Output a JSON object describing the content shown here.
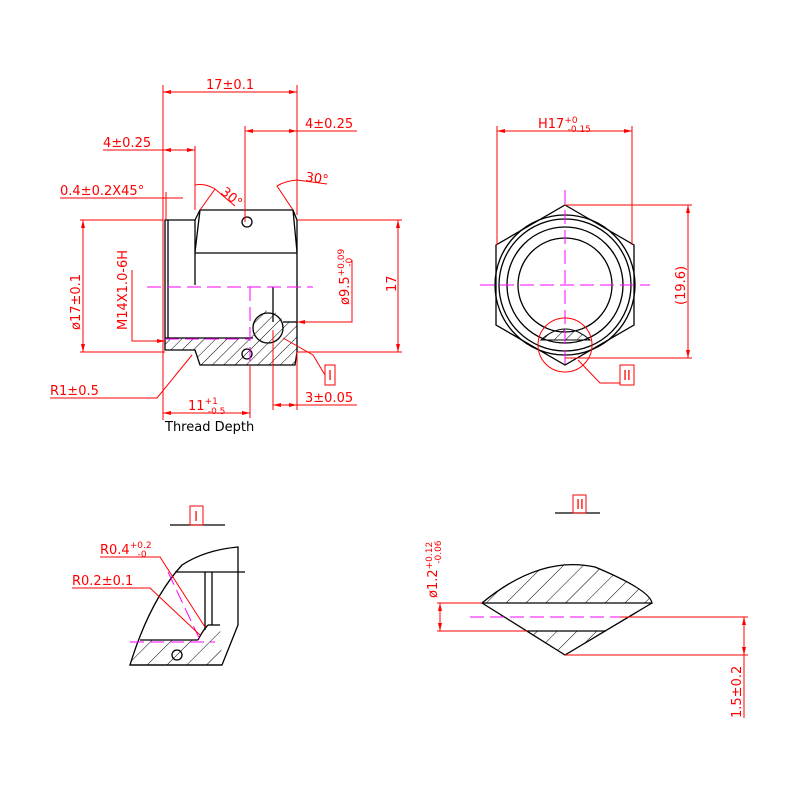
{
  "colors": {
    "dimension": "#ff0000",
    "object": "#000000",
    "centerline": "#ff00ff"
  },
  "front_view": {
    "overall_length": "17±0.1",
    "hole_offset_right": "4±0.25",
    "hex_offset_left": "4±0.25",
    "chamfer": "0.4±0.2X45°",
    "angle_left": "30°",
    "angle_right": "30°",
    "outer_diameter": "ø17±0.1",
    "thread": "M14X1.0-6H",
    "bore_diameter_base": "ø9.5",
    "bore_diameter_upper": "+0.09",
    "bore_diameter_lower": "-0",
    "height": "17",
    "radius": "R1±0.5",
    "thread_depth_base": "11",
    "thread_depth_upper": "+1",
    "thread_depth_lower": "-0.5",
    "thread_depth_label": "Thread Depth",
    "hole_offset": "3±0.05",
    "detail_ref": "I"
  },
  "side_view": {
    "hex_base": "H17",
    "hex_upper": "+0",
    "hex_lower": "-0.15",
    "across_corners": "(19.6)",
    "detail_ref": "II"
  },
  "detail_1": {
    "title": "I",
    "radius1_base": "R0.4",
    "radius1_upper": "+0.2",
    "radius1_lower": "-0",
    "radius2": "R0.2±0.1"
  },
  "detail_2": {
    "title": "II",
    "diameter_base": "ø1.2",
    "diameter_upper": "+0.12",
    "diameter_lower": "-0.06",
    "depth": "1.5±0.2"
  }
}
